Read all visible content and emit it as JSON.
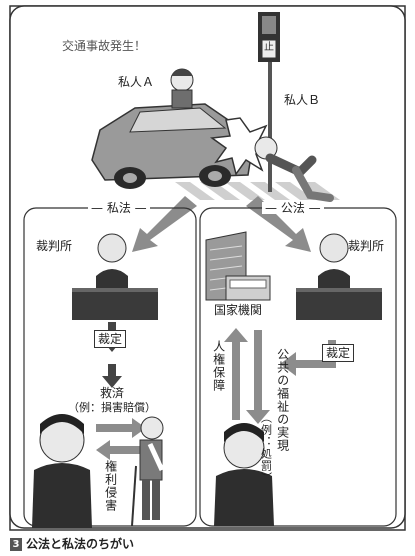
{
  "scene": {
    "accident_label": "交通事故発生！",
    "person_a": "私人Ａ",
    "person_b": "私人Ｂ",
    "signal_char": "止"
  },
  "private_law": {
    "header": "私法",
    "court": "裁判所",
    "ruling": "裁定",
    "remedy_line1": "救済",
    "remedy_line2": "（例：損害賠償）",
    "infringement": "権利侵害"
  },
  "public_law": {
    "header": "公法",
    "court": "裁判所",
    "state_agency": "国家機関",
    "ruling": "裁定",
    "human_rights": "人権保障",
    "public_welfare": "公共の福祉の実現",
    "example_punishment": "（例：処罰）"
  },
  "caption": {
    "number": "3",
    "text": "公法と私法のちがい"
  },
  "colors": {
    "arrow_gray": "#8c8c8c",
    "panel_border": "#333333",
    "caption_badge": "#555555"
  }
}
